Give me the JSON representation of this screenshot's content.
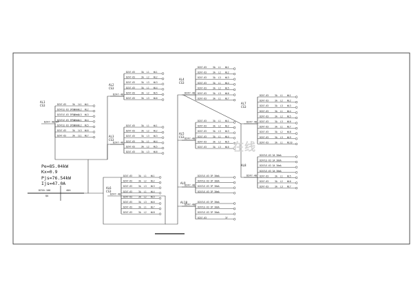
{
  "drawing": {
    "main_params": [
      "Pe=85.04kW",
      "Kx=0.9",
      "Pjs=76.54kW",
      "Ijs=47.0A"
    ],
    "watermark": "在线"
  },
  "main_incoming": {
    "breaker": "DZ20-100",
    "cable": "40A",
    "tag": "QA"
  },
  "panels": [
    {
      "tag": "AL1\nCS3",
      "incoming": "DZ47-40 3P",
      "circuits": [
        [
          "DZ47-63",
          "3A",
          "1L1",
          "WL1"
        ],
        [
          "DZ47LE-63 3P 30mA",
          "3A",
          "1L2",
          "WL2"
        ],
        [
          "DZ47LE-63 3P 30mA",
          "3A",
          "1L3",
          "WL3"
        ],
        [
          "DZ47LE-63 3P 30mA",
          "3A",
          "1L1",
          "WL4"
        ],
        [
          "DZ47LE-63 3P 30mA",
          "3A",
          "1L2",
          "WL5"
        ],
        [
          "DZ47-63",
          "3A",
          "1L3",
          "WL6"
        ],
        [
          "DZ47-63",
          "3A",
          "1L1",
          "WL7"
        ]
      ]
    },
    {
      "tag": "AL2\nCS3",
      "incoming": "DZ47-40",
      "circuits": [
        [
          "DZ47-63",
          "3A",
          "L1",
          "WL1"
        ],
        [
          "DZ47-63",
          "3A",
          "L2",
          "WL2"
        ],
        [
          "DZ47-63",
          "3A",
          "L3",
          "WL3"
        ],
        [
          "DZ47-63",
          "3A",
          "L1",
          "WL4"
        ],
        [
          "DZ47-63",
          "3A",
          "L2",
          "WL5"
        ],
        [
          "DZ47-63",
          "3A",
          "L3",
          "WL6"
        ]
      ]
    },
    {
      "tag": "AL3\nCS3",
      "incoming": "DZ47-40",
      "circuits": [
        [
          "DZ47-63",
          "3A",
          "L1",
          "WL1"
        ],
        [
          "DZ47-63",
          "3A",
          "L2",
          "WL2"
        ],
        [
          "DZ47-63",
          "3A",
          "L3",
          "WL3"
        ],
        [
          "DZ47-63",
          "3A",
          "L1",
          "WL4"
        ],
        [
          "DZ47-63",
          "3A",
          "L2",
          "WL5"
        ],
        [
          "DZ47-63",
          "3A",
          "L3",
          "WL6"
        ]
      ]
    },
    {
      "tag": "AL4\nCS3",
      "incoming": "DZ47-40",
      "circuits": [
        [
          "DZ47-63",
          "3A",
          "L1",
          "WL1"
        ],
        [
          "DZ47-63",
          "3A",
          "L2",
          "WL2"
        ],
        [
          "DZ47-63",
          "3A",
          "L3",
          "WL3"
        ],
        [
          "DZ47-63",
          "3A",
          "L1",
          "WL4"
        ],
        [
          "DZ47-63",
          "3A",
          "L2",
          "WL5"
        ],
        [
          "DZ47-63",
          "3A",
          "L3",
          "WL6"
        ],
        [
          "DZ47-63",
          "3A",
          "L1",
          "WL7"
        ]
      ]
    },
    {
      "tag": "AL5\nCS3",
      "incoming": "DZ47-40",
      "circuits": [
        [
          "DZ47-63",
          "3A",
          "L1",
          "WL1"
        ],
        [
          "DZ47-63",
          "3A",
          "L2",
          "WL2"
        ],
        [
          "DZ47-63",
          "3A",
          "L3",
          "WL3"
        ],
        [
          "DZ47-63",
          "3A",
          "L1",
          "WL4"
        ],
        [
          "DZ47-63",
          "3A",
          "L2",
          "WL5"
        ],
        [
          "DZ47-63",
          "3A",
          "L3",
          "WL6"
        ]
      ]
    },
    {
      "tag": "AL6\nCS3",
      "incoming": "DZ47-40",
      "circuits": [
        [
          "DZ47-63",
          "3A",
          "L1",
          "WL1"
        ],
        [
          "DZ47-63",
          "3A",
          "L2",
          "WL2"
        ],
        [
          "DZ47-63",
          "3A",
          "L3",
          "WL3"
        ],
        [
          "DZ47-63",
          "3A",
          "L1",
          "WL4"
        ],
        [
          "DZ47-63",
          "3A",
          "L2",
          "WL5"
        ],
        [
          "DZ47-63",
          "3A",
          "L3",
          "WL6"
        ],
        [
          "DZ47-63",
          "3A",
          "L1",
          "WL7"
        ],
        [
          "DZ47-63",
          "3A",
          "L2",
          "WL8"
        ]
      ]
    },
    {
      "tag": "AL7\nCS3",
      "incoming": "DZ47-40",
      "circuits": [
        [
          "DZ47-63",
          "3A",
          "L1",
          "WL1"
        ],
        [
          "DZ47-63",
          "3A",
          "L2",
          "WL2"
        ],
        [
          "DZ47-63",
          "3A",
          "L3",
          "WL3"
        ],
        [
          "DZ47-63",
          "3A",
          "L1",
          "WL4"
        ],
        [
          "DZ47-63",
          "3A",
          "L2",
          "WL5"
        ],
        [
          "DZ47-63",
          "3A",
          "L3",
          "WL6"
        ],
        [
          "DZ47-63",
          "3A",
          "L1",
          "WL7"
        ],
        [
          "DZ47-63",
          "3A",
          "L2",
          "WL8"
        ],
        [
          "DZ47-63",
          "3A",
          "L3",
          "WL9"
        ],
        [
          "DZ47-63",
          "3A",
          "L1",
          "WL10"
        ]
      ]
    },
    {
      "tag": "AL8",
      "incoming": "DZ47-40",
      "circuits": [
        [
          "DZ47LE-63 3A 30mA",
          "",
          "",
          ""
        ],
        [
          "DZ47LE-63 3A 30mA",
          "",
          "",
          ""
        ],
        [
          "DZ47LE-63 3A 30mA",
          "",
          "",
          ""
        ],
        [
          "DZ47LE-63 3A 30mA",
          "",
          "",
          ""
        ],
        [
          "DZ47-63",
          "3A",
          "L1",
          "WL5"
        ],
        [
          "DZ47-63",
          "3A",
          "L2",
          "WL6"
        ],
        [
          "DZ47-63",
          "3A",
          "L3",
          "WL7"
        ]
      ]
    },
    {
      "tag": "AL9",
      "incoming": "DZ47-40",
      "circuits": [
        [
          "DZ47LE-63 3P 30mA",
          "",
          "",
          ""
        ],
        [
          "DZ47LE-63 3P 30mA",
          "",
          "",
          ""
        ],
        [
          "DZ47LE-63 3P 30mA",
          "",
          "",
          ""
        ],
        [
          "DZ47LE-63 3P 30mA",
          "",
          "",
          ""
        ]
      ]
    },
    {
      "tag": "AL10",
      "incoming": "DZ47-40",
      "circuits": [
        [
          "DZ47LE-63 3P 30mA",
          "",
          "",
          ""
        ],
        [
          "DZ47LE-63 3P 30mA",
          "",
          "",
          ""
        ],
        [
          "DZ47LE-63 3P 30mA",
          "",
          "",
          ""
        ],
        [
          "DZ47-63",
          "",
          "",
          "3Y"
        ]
      ]
    }
  ]
}
